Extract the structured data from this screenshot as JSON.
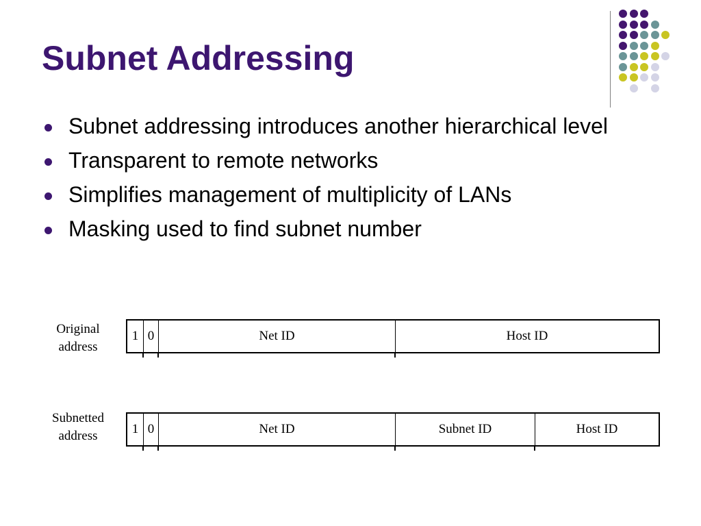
{
  "slide": {
    "title": "Subnet Addressing",
    "bullets": [
      "Subnet addressing introduces another hierarchical level",
      "Transparent to remote networks",
      "Simplifies management of multiplicity of LANs",
      "Masking used to find subnet number"
    ],
    "colors": {
      "title": "#3d1670",
      "bullet": "#3d1670",
      "dot_purple": "#44166e",
      "dot_teal": "#6b9597",
      "dot_olive": "#c9c522",
      "dot_lavender": "#d4d4e6"
    },
    "decoration_grid": [
      [
        "purple",
        "purple",
        "purple",
        "",
        "",
        ""
      ],
      [
        "purple",
        "purple",
        "purple",
        "teal",
        "",
        ""
      ],
      [
        "purple",
        "purple",
        "teal",
        "teal",
        "olive",
        ""
      ],
      [
        "purple",
        "teal",
        "teal",
        "olive",
        "",
        ""
      ],
      [
        "teal",
        "teal",
        "olive",
        "olive",
        "lavender",
        ""
      ],
      [
        "teal",
        "olive",
        "olive",
        "lavender",
        "",
        ""
      ],
      [
        "olive",
        "olive",
        "lavender",
        "lavender",
        "",
        ""
      ],
      [
        "",
        "lavender",
        "",
        "lavender",
        "",
        ""
      ]
    ]
  },
  "diagram": {
    "original": {
      "label_line1": "Original",
      "label_line2": "address",
      "fields": [
        "1",
        "0",
        "Net ID",
        "Host ID"
      ]
    },
    "subnetted": {
      "label_line1": "Subnetted",
      "label_line2": "address",
      "fields": [
        "1",
        "0",
        "Net ID",
        "Subnet ID",
        "Host ID"
      ]
    }
  }
}
